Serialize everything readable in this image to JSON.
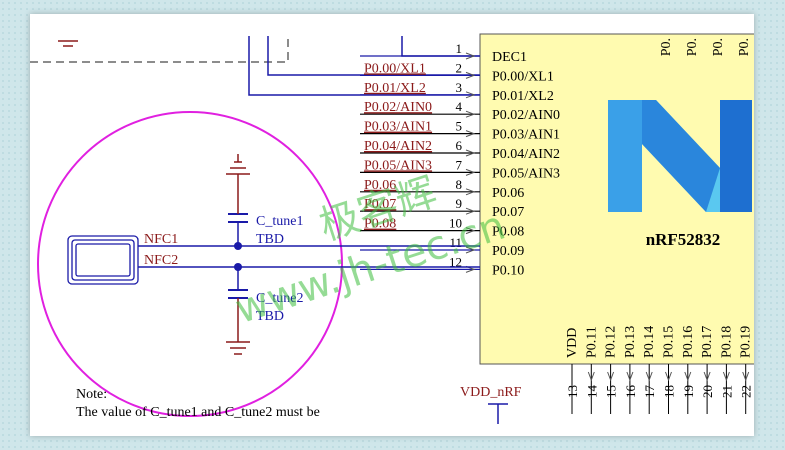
{
  "chip": {
    "name": "nRF52832",
    "top_pins": [
      "P0.",
      "P0.",
      "P0.",
      "P0."
    ],
    "left_pins": [
      {
        "num": "1",
        "name": "DEC1",
        "net": ""
      },
      {
        "num": "2",
        "name": "P0.00/XL1",
        "net": "P0.00/XL1"
      },
      {
        "num": "3",
        "name": "P0.01/XL2",
        "net": "P0.01/XL2"
      },
      {
        "num": "4",
        "name": "P0.02/AIN0",
        "net": "P0.02/AIN0"
      },
      {
        "num": "5",
        "name": "P0.03/AIN1",
        "net": "P0.03/AIN1"
      },
      {
        "num": "6",
        "name": "P0.04/AIN2",
        "net": "P0.04/AIN2"
      },
      {
        "num": "7",
        "name": "P0.05/AIN3",
        "net": "P0.05/AIN3"
      },
      {
        "num": "8",
        "name": "P0.06",
        "net": "P0.06"
      },
      {
        "num": "9",
        "name": "P0.07",
        "net": "P0.07"
      },
      {
        "num": "10",
        "name": "P0.08",
        "net": "P0.08"
      },
      {
        "num": "11",
        "name": "P0.09",
        "net": ""
      },
      {
        "num": "12",
        "name": "P0.10",
        "net": ""
      }
    ],
    "bottom_pins": [
      {
        "num": "13",
        "name": "VDD"
      },
      {
        "num": "14",
        "name": "P0.11"
      },
      {
        "num": "15",
        "name": "P0.12"
      },
      {
        "num": "16",
        "name": "P0.13"
      },
      {
        "num": "17",
        "name": "P0.14"
      },
      {
        "num": "18",
        "name": "P0.15"
      },
      {
        "num": "19",
        "name": "P0.16"
      },
      {
        "num": "20",
        "name": "P0.17"
      },
      {
        "num": "21",
        "name": "P0.18"
      },
      {
        "num": "22",
        "name": "P0.19"
      }
    ]
  },
  "nfc": {
    "net1": "NFC1",
    "net2": "NFC2"
  },
  "caps": [
    {
      "ref": "C_tune1",
      "value": "TBD"
    },
    {
      "ref": "C_tune2",
      "value": "TBD"
    }
  ],
  "power_label": "VDD_nRF",
  "note": {
    "title": "Note:",
    "text": "The value of C_tune1 and C_tune2 must be"
  },
  "watermark": {
    "cn": "极客辉",
    "url": "www.jh-tec.cn"
  },
  "colors": {
    "wire": "#1a1aa8",
    "net_label": "#8b1a1a",
    "chip_fill": "#fffbb0",
    "circle": "#e020e0",
    "logo_light": "#5ac8f0",
    "logo_dark": "#1e6fd0",
    "watermark": "#3fbf3f"
  }
}
